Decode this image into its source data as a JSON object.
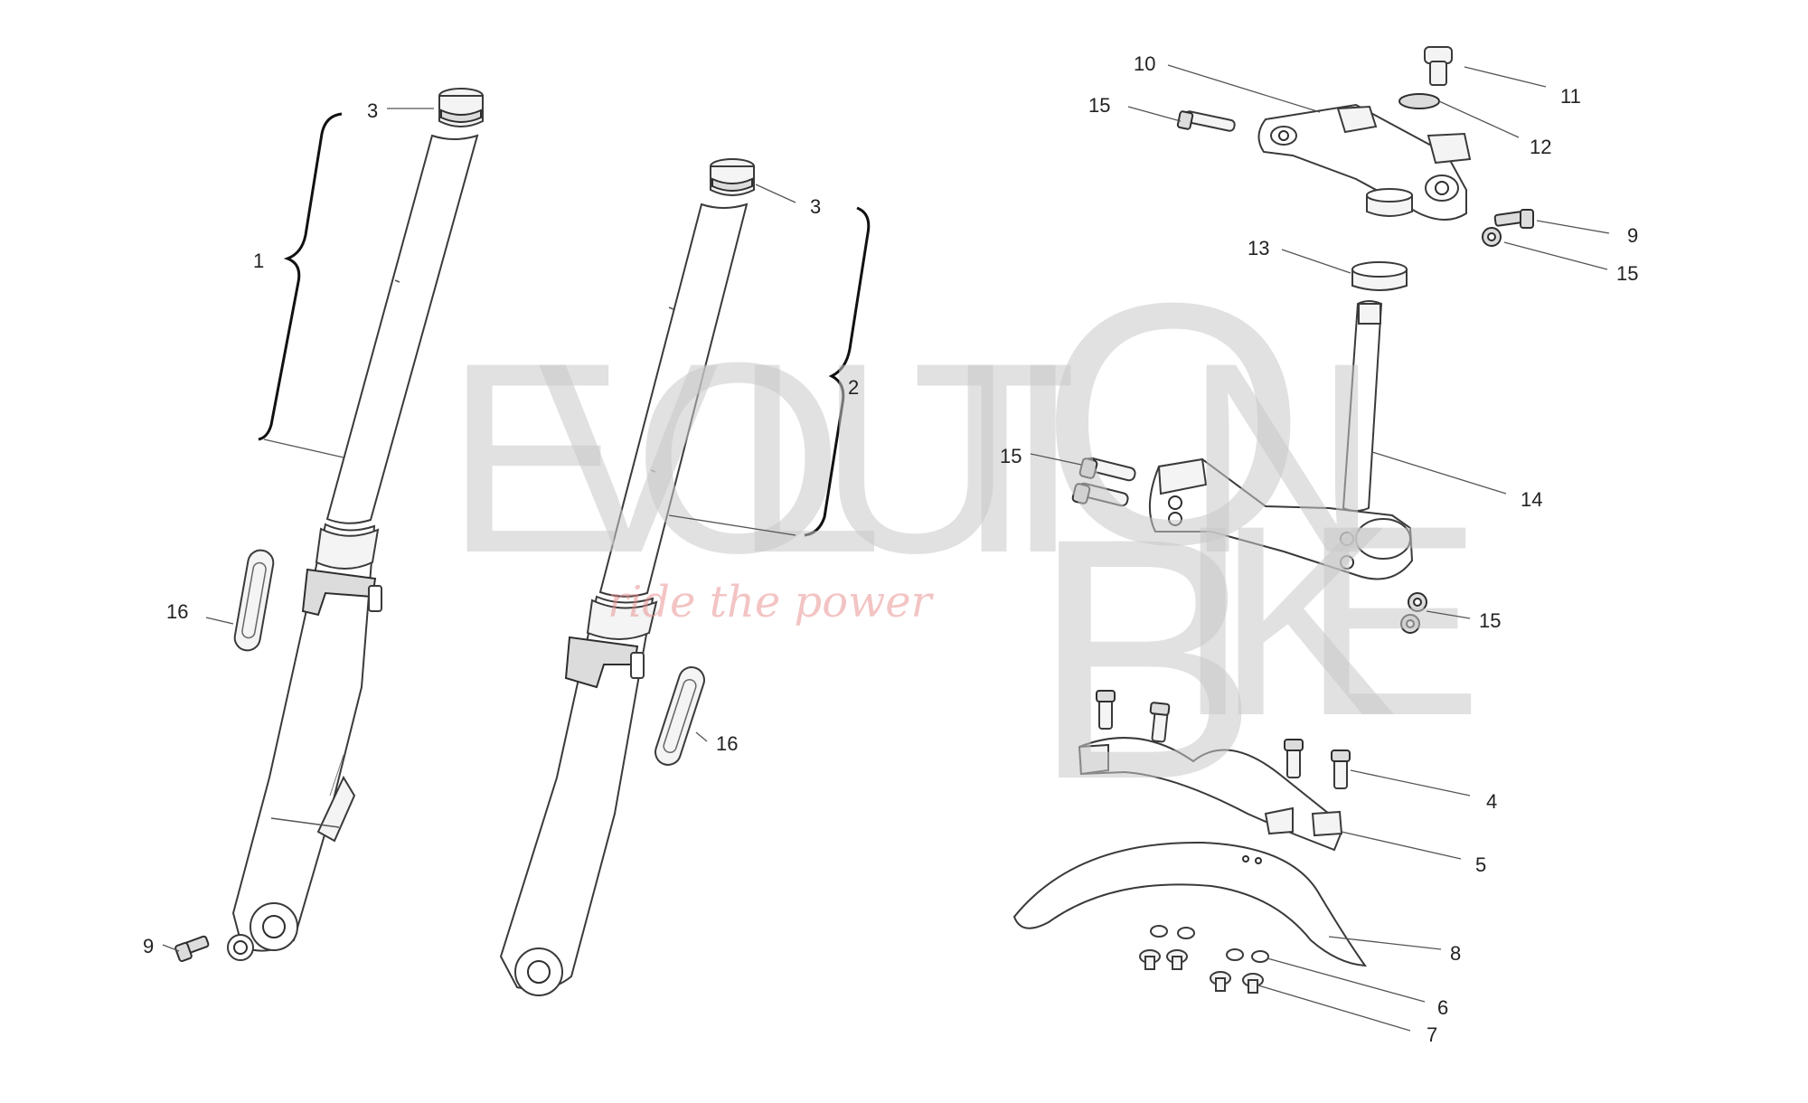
{
  "diagram": {
    "callouts": [
      {
        "id": "c1",
        "label": "1"
      },
      {
        "id": "c2",
        "label": "2"
      },
      {
        "id": "c3a",
        "label": "3"
      },
      {
        "id": "c3b",
        "label": "3"
      },
      {
        "id": "c4",
        "label": "4"
      },
      {
        "id": "c5",
        "label": "5"
      },
      {
        "id": "c6",
        "label": "6"
      },
      {
        "id": "c7",
        "label": "7"
      },
      {
        "id": "c8",
        "label": "8"
      },
      {
        "id": "c9a",
        "label": "9"
      },
      {
        "id": "c9b",
        "label": "9"
      },
      {
        "id": "c10",
        "label": "10"
      },
      {
        "id": "c11",
        "label": "11"
      },
      {
        "id": "c12",
        "label": "12"
      },
      {
        "id": "c13",
        "label": "13"
      },
      {
        "id": "c14",
        "label": "14"
      },
      {
        "id": "c15a",
        "label": "15"
      },
      {
        "id": "c15b",
        "label": "15"
      },
      {
        "id": "c15c",
        "label": "15"
      },
      {
        "id": "c15d",
        "label": "15"
      },
      {
        "id": "c16a",
        "label": "16"
      },
      {
        "id": "c16b",
        "label": "16"
      }
    ]
  },
  "watermark": {
    "letters": [
      "E",
      "V",
      "O",
      "L",
      "U",
      "T",
      "I",
      "O",
      "N",
      "B",
      "I",
      "K",
      "E"
    ],
    "tagline": "ride the power"
  },
  "colors": {
    "watermark_gray": "#c9c9c9",
    "watermark_red": "#e88b8b",
    "line": "#3a3a3a"
  }
}
